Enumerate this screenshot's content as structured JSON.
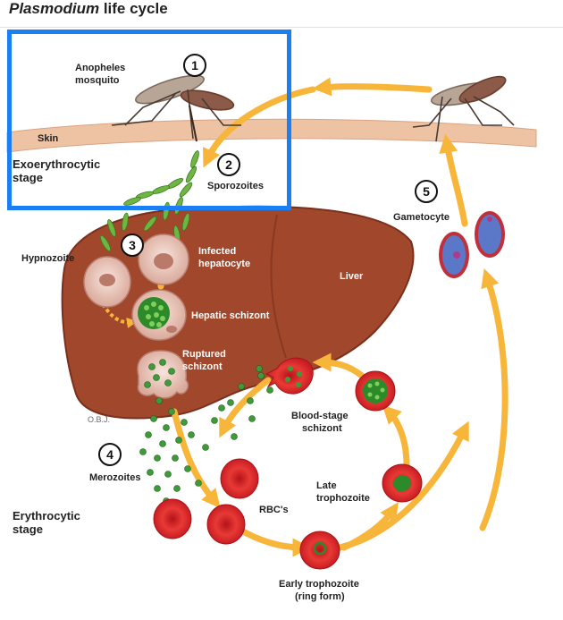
{
  "title": {
    "italic_part": "Plasmodium",
    "rest": " life cycle"
  },
  "labels": {
    "mosquito": [
      "Anopheles",
      "mosquito"
    ],
    "skin": "Skin",
    "exo_stage": [
      "Exoerythrocytic",
      "stage"
    ],
    "sporozoites": "Sporozoites",
    "hypnozoite": "Hypnozoite",
    "infected_hepatocyte": [
      "Infected",
      "hepatocyte"
    ],
    "liver": "Liver",
    "hepatic_schizont": "Hepatic schizont",
    "ruptured_schizont": [
      "Ruptured",
      "schizont"
    ],
    "gametocyte": "Gametocyte",
    "blood_stage_schizont": [
      "Blood-stage",
      "schizont"
    ],
    "merozoites": "Merozoites",
    "rbcs": "RBC's",
    "late_trophozoite": [
      "Late",
      "trophozoite"
    ],
    "erythrocytic_stage": [
      "Erythrocytic",
      "stage"
    ],
    "early_trophozoite": [
      "Early trophozoite",
      "(ring form)"
    ],
    "signature": "O.B.J."
  },
  "steps": [
    "1",
    "2",
    "3",
    "4",
    "5"
  ],
  "colors": {
    "selection": "#1a7ef5",
    "arrow": "#f7b53a",
    "liver": "#a0472c",
    "skin": "#eec3a3",
    "rbc": "#e2262b",
    "merozoite": "#3f9b3a"
  }
}
